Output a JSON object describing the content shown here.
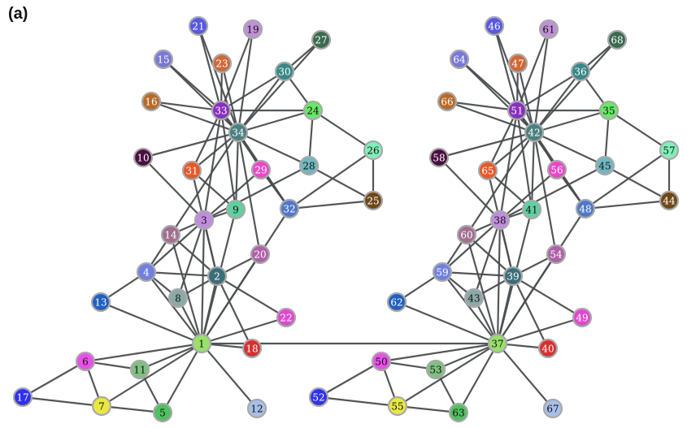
{
  "panel_label": "(a)",
  "left_labels": [
    "1",
    "2",
    "3",
    "4",
    "5",
    "6",
    "7",
    "8",
    "9",
    "10",
    "11",
    "12",
    "13",
    "14",
    "15",
    "16",
    "17",
    "18",
    "19",
    "20",
    "21",
    "22",
    "23",
    "24",
    "25",
    "26",
    "27",
    "28",
    "29",
    "30",
    "31",
    "32",
    "33",
    "34"
  ],
  "right_labels": [
    "37",
    "39",
    "38",
    "59",
    "63",
    "50",
    "55",
    "43",
    "41",
    "58",
    "53",
    "67",
    "62",
    "60",
    "64",
    "66",
    "52",
    "40",
    "61",
    "54",
    "46",
    "49",
    "47",
    "35",
    "44",
    "57",
    "68",
    "45",
    "56",
    "36",
    "65",
    "48",
    "51",
    "42"
  ],
  "node_colors": [
    "#98e06a",
    "#3b6e78",
    "#c08ce0",
    "#7080e0",
    "#50c060",
    "#e850e8",
    "#e8e840",
    "#8aaaa8",
    "#60d0a0",
    "#4a1040",
    "#80c080",
    "#a8c0e8",
    "#2060c0",
    "#a07090",
    "#7878d8",
    "#b86a28",
    "#3030f0",
    "#d83030",
    "#c090d8",
    "#b060a8",
    "#5858e0",
    "#e048d0",
    "#d06838",
    "#68e868",
    "#704818",
    "#80f0b8",
    "#3a6a50",
    "#70b8c0",
    "#e848c8",
    "#388888",
    "#e85828",
    "#5078c8",
    "#8830c0",
    "#4a8080"
  ],
  "edges": [
    [
      1,
      2
    ],
    [
      1,
      3
    ],
    [
      1,
      4
    ],
    [
      1,
      5
    ],
    [
      1,
      6
    ],
    [
      1,
      7
    ],
    [
      1,
      8
    ],
    [
      1,
      9
    ],
    [
      1,
      11
    ],
    [
      1,
      12
    ],
    [
      1,
      13
    ],
    [
      1,
      14
    ],
    [
      1,
      18
    ],
    [
      1,
      20
    ],
    [
      1,
      22
    ],
    [
      1,
      32
    ],
    [
      2,
      3
    ],
    [
      2,
      4
    ],
    [
      2,
      8
    ],
    [
      2,
      14
    ],
    [
      2,
      18
    ],
    [
      2,
      20
    ],
    [
      2,
      22
    ],
    [
      2,
      31
    ],
    [
      3,
      4
    ],
    [
      3,
      8
    ],
    [
      3,
      9
    ],
    [
      3,
      10
    ],
    [
      3,
      14
    ],
    [
      3,
      28
    ],
    [
      3,
      29
    ],
    [
      3,
      33
    ],
    [
      4,
      8
    ],
    [
      4,
      13
    ],
    [
      4,
      14
    ],
    [
      5,
      7
    ],
    [
      5,
      11
    ],
    [
      6,
      7
    ],
    [
      6,
      11
    ],
    [
      6,
      17
    ],
    [
      7,
      17
    ],
    [
      9,
      31
    ],
    [
      9,
      33
    ],
    [
      9,
      34
    ],
    [
      10,
      34
    ],
    [
      14,
      34
    ],
    [
      15,
      33
    ],
    [
      15,
      34
    ],
    [
      16,
      33
    ],
    [
      16,
      34
    ],
    [
      19,
      33
    ],
    [
      19,
      34
    ],
    [
      20,
      34
    ],
    [
      21,
      33
    ],
    [
      21,
      34
    ],
    [
      23,
      33
    ],
    [
      23,
      34
    ],
    [
      24,
      26
    ],
    [
      24,
      28
    ],
    [
      24,
      30
    ],
    [
      24,
      33
    ],
    [
      24,
      34
    ],
    [
      25,
      26
    ],
    [
      25,
      28
    ],
    [
      25,
      32
    ],
    [
      26,
      32
    ],
    [
      27,
      30
    ],
    [
      27,
      34
    ],
    [
      28,
      34
    ],
    [
      29,
      32
    ],
    [
      29,
      34
    ],
    [
      30,
      33
    ],
    [
      30,
      34
    ],
    [
      31,
      33
    ],
    [
      31,
      34
    ],
    [
      32,
      33
    ],
    [
      32,
      34
    ],
    [
      33,
      34
    ]
  ],
  "bridge": [
    "1",
    "37"
  ]
}
